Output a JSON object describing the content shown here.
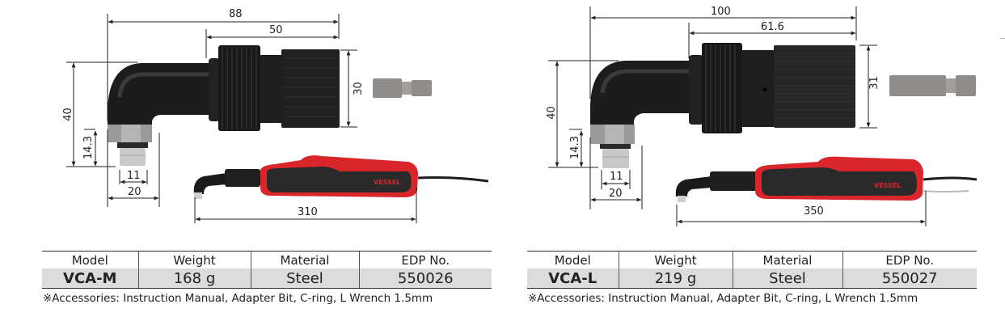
{
  "products": [
    {
      "model": "VCA-M",
      "dimensions": {
        "overall_length": "88",
        "body_length": "50",
        "body_diameter": "30",
        "head_height": "40",
        "socket_height": "14.3",
        "socket_diameter": "11",
        "head_width": "20",
        "assembled_length": "310"
      },
      "handle_brand": "VESSEL",
      "table": {
        "headers": [
          "Model",
          "Weight",
          "Material",
          "EDP No."
        ],
        "values": [
          "VCA-M",
          "168 g",
          "Steel",
          "550026"
        ]
      },
      "note": "※Accessories: Instruction Manual, Adapter Bit, C-ring, L Wrench 1.5mm"
    },
    {
      "model": "VCA-L",
      "dimensions": {
        "overall_length": "100",
        "body_length": "61.6",
        "body_diameter": "31",
        "head_height": "40",
        "socket_height": "14.3",
        "socket_diameter": "11",
        "head_width": "20",
        "assembled_length": "350"
      },
      "handle_brand": "VESSEL",
      "table": {
        "headers": [
          "Model",
          "Weight",
          "Material",
          "EDP No."
        ],
        "values": [
          "VCA-L",
          "219 g",
          "Steel",
          "550027"
        ]
      },
      "note": "※Accessories: Instruction Manual, Adapter Bit, C-ring, L Wrench 1.5mm"
    }
  ],
  "colors": {
    "tool_body": "#1a1a1a",
    "handle_red": "#d8262b",
    "table_row_bg": "#dcdcdc",
    "bit_gray": "#8d8a88"
  }
}
